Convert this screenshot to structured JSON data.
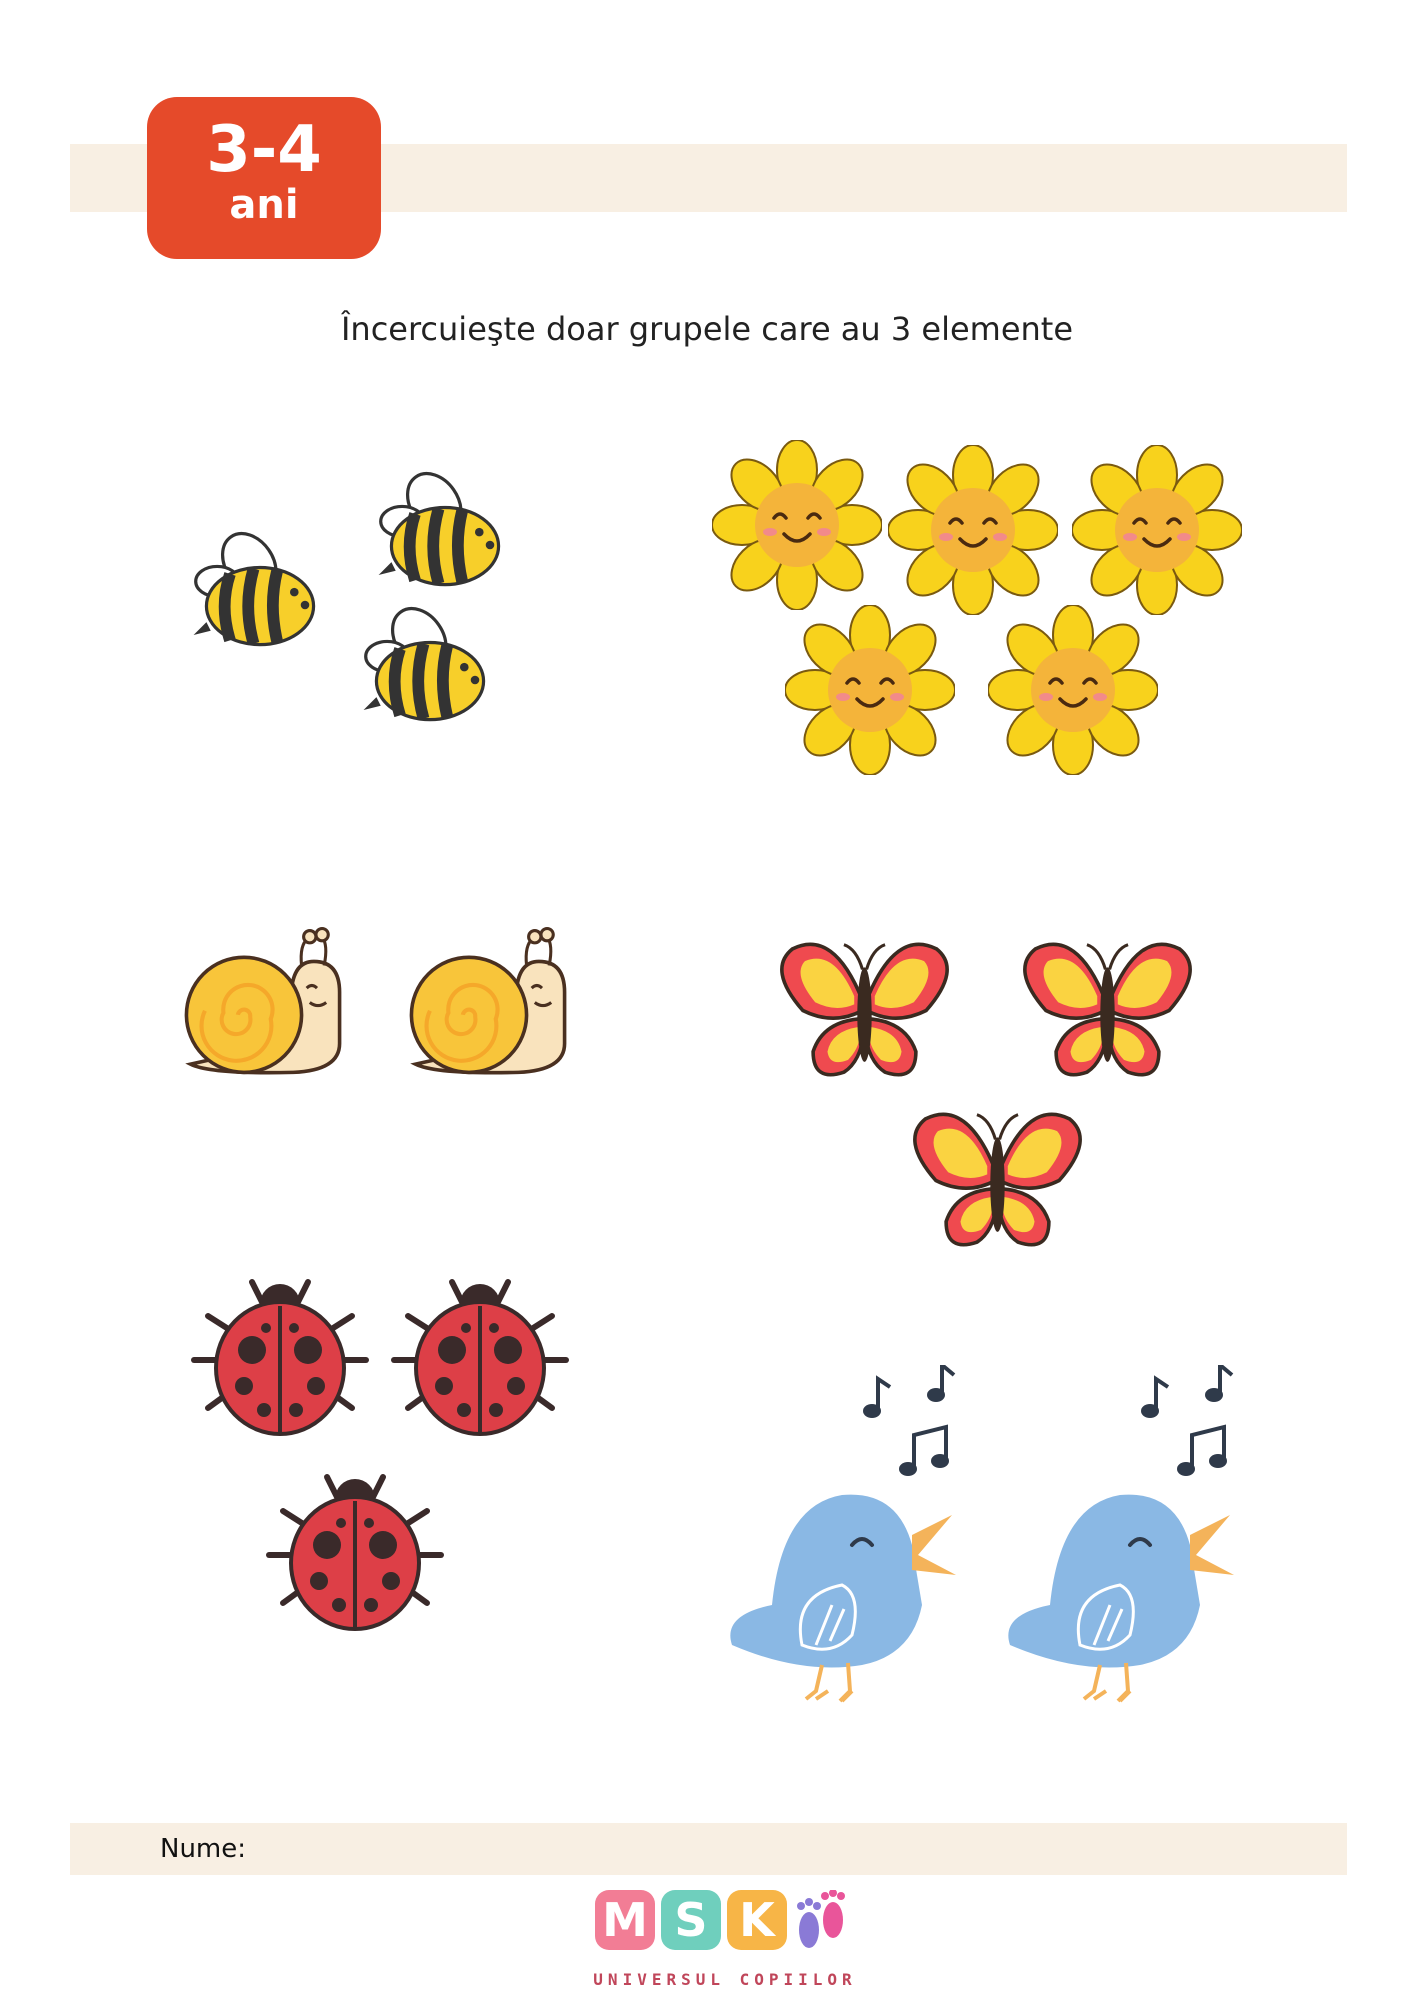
{
  "header": {
    "age_range": "3-4",
    "age_unit": "ani"
  },
  "instruction": "Încercuieşte doar grupele care au 3 elemente",
  "groups": [
    {
      "name": "bees",
      "icon": "bee-icon",
      "count": 3
    },
    {
      "name": "sunflowers",
      "icon": "sunflower-icon",
      "count": 5
    },
    {
      "name": "snails",
      "icon": "snail-icon",
      "count": 2
    },
    {
      "name": "butterflies",
      "icon": "butterfly-icon",
      "count": 3
    },
    {
      "name": "ladybugs",
      "icon": "ladybug-icon",
      "count": 3
    },
    {
      "name": "birds",
      "icon": "bird-icon",
      "count": 2
    }
  ],
  "footer": {
    "name_label": "Nume:",
    "logo_letters": [
      "M",
      "S",
      "K"
    ],
    "logo_tagline": "UNIVERSUL COPIILOR"
  },
  "colors": {
    "badge": "#e54a2a",
    "band": "#f8efe3",
    "bee_yellow": "#f7cf2a",
    "flower_yellow": "#f8d21c",
    "butterfly_red": "#ef4a4f",
    "ladybug_red": "#dd3f47",
    "bird_blue": "#8ab8e4"
  }
}
